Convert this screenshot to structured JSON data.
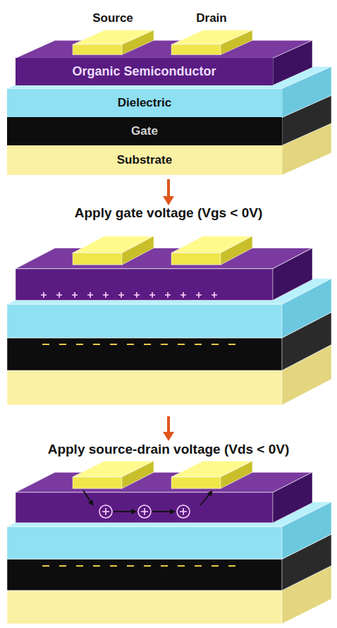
{
  "diagram": {
    "nodes": [
      {
        "text": [
          "Organic Semiconductor"
        ]
      },
      {
        "text": [
          "Dielectric"
        ]
      },
      {
        "text": [
          "Gate"
        ]
      },
      {
        "text": [
          "Substrate"
        ]
      }
    ],
    "labels": [
      "Source",
      "Drain",
      "Apply gate voltage (Vgs < 0V)",
      "Apply source-drain voltage (Vds < 0V)"
    ]
  }
}
